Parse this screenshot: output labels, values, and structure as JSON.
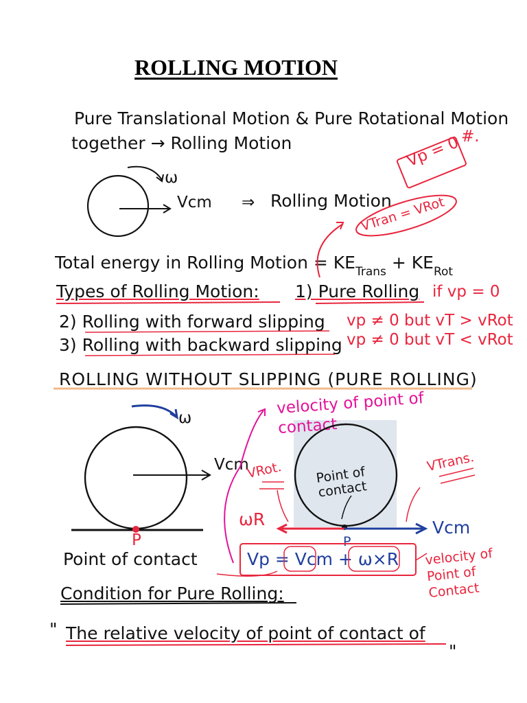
{
  "title": "ROLLING MOTION",
  "intro": {
    "line1": "Pure Translational Motion & Pure Rotational Motion",
    "line2": "together → Rolling Motion",
    "hash": "#."
  },
  "diagram1": {
    "omega": "ω",
    "vcm": "Vcm",
    "arrow_result": "⇒",
    "result": "Rolling Motion",
    "note_vp": "Vp = 0",
    "note_vtrans": "VTran = VRot"
  },
  "energy": {
    "text": "Total energy in Rolling Motion = KE",
    "sub1": "Trans",
    "plus": "+ KE",
    "sub2": "Rot"
  },
  "types": {
    "heading": "Types of Rolling Motion:",
    "item1": "1) Pure Rolling",
    "item1_note": "if vp = 0",
    "item2": "2) Rolling with forward slipping",
    "item2_note": "vp ≠ 0 but vT > vRot",
    "item3": "3) Rolling with backward slipping",
    "item3_note": "vp ≠ 0 but vT < vRot"
  },
  "section2": {
    "heading": "ROLLING WITHOUT SLIPPING (PURE ROLLING)"
  },
  "diagram2": {
    "omega": "ω",
    "vcm": "Vcm",
    "p_label": "P",
    "point_of_contact": "Point of contact",
    "velocity_note": "velocity of point of contact",
    "vrot": "VRot.",
    "vtrans": "VTrans.",
    "inner_label": "Point of contact",
    "omega_r": "ωR",
    "vcm_right": "Vcm",
    "p_right": "P",
    "equation": "Vp = Vcm + ω×R",
    "side_note": "velocity of Point of Contact"
  },
  "condition": {
    "heading": "Condition for Pure Rolling:",
    "quote_open": "\"",
    "quote_text": "The relative velocity of point of contact of",
    "quote_close": "\""
  },
  "colors": {
    "ink": "#111111",
    "red": "#e8253d",
    "pink": "#e3129a",
    "blue": "#1f3f9e",
    "divider": "#f2b98a",
    "highlight": "#dfe6ee"
  }
}
